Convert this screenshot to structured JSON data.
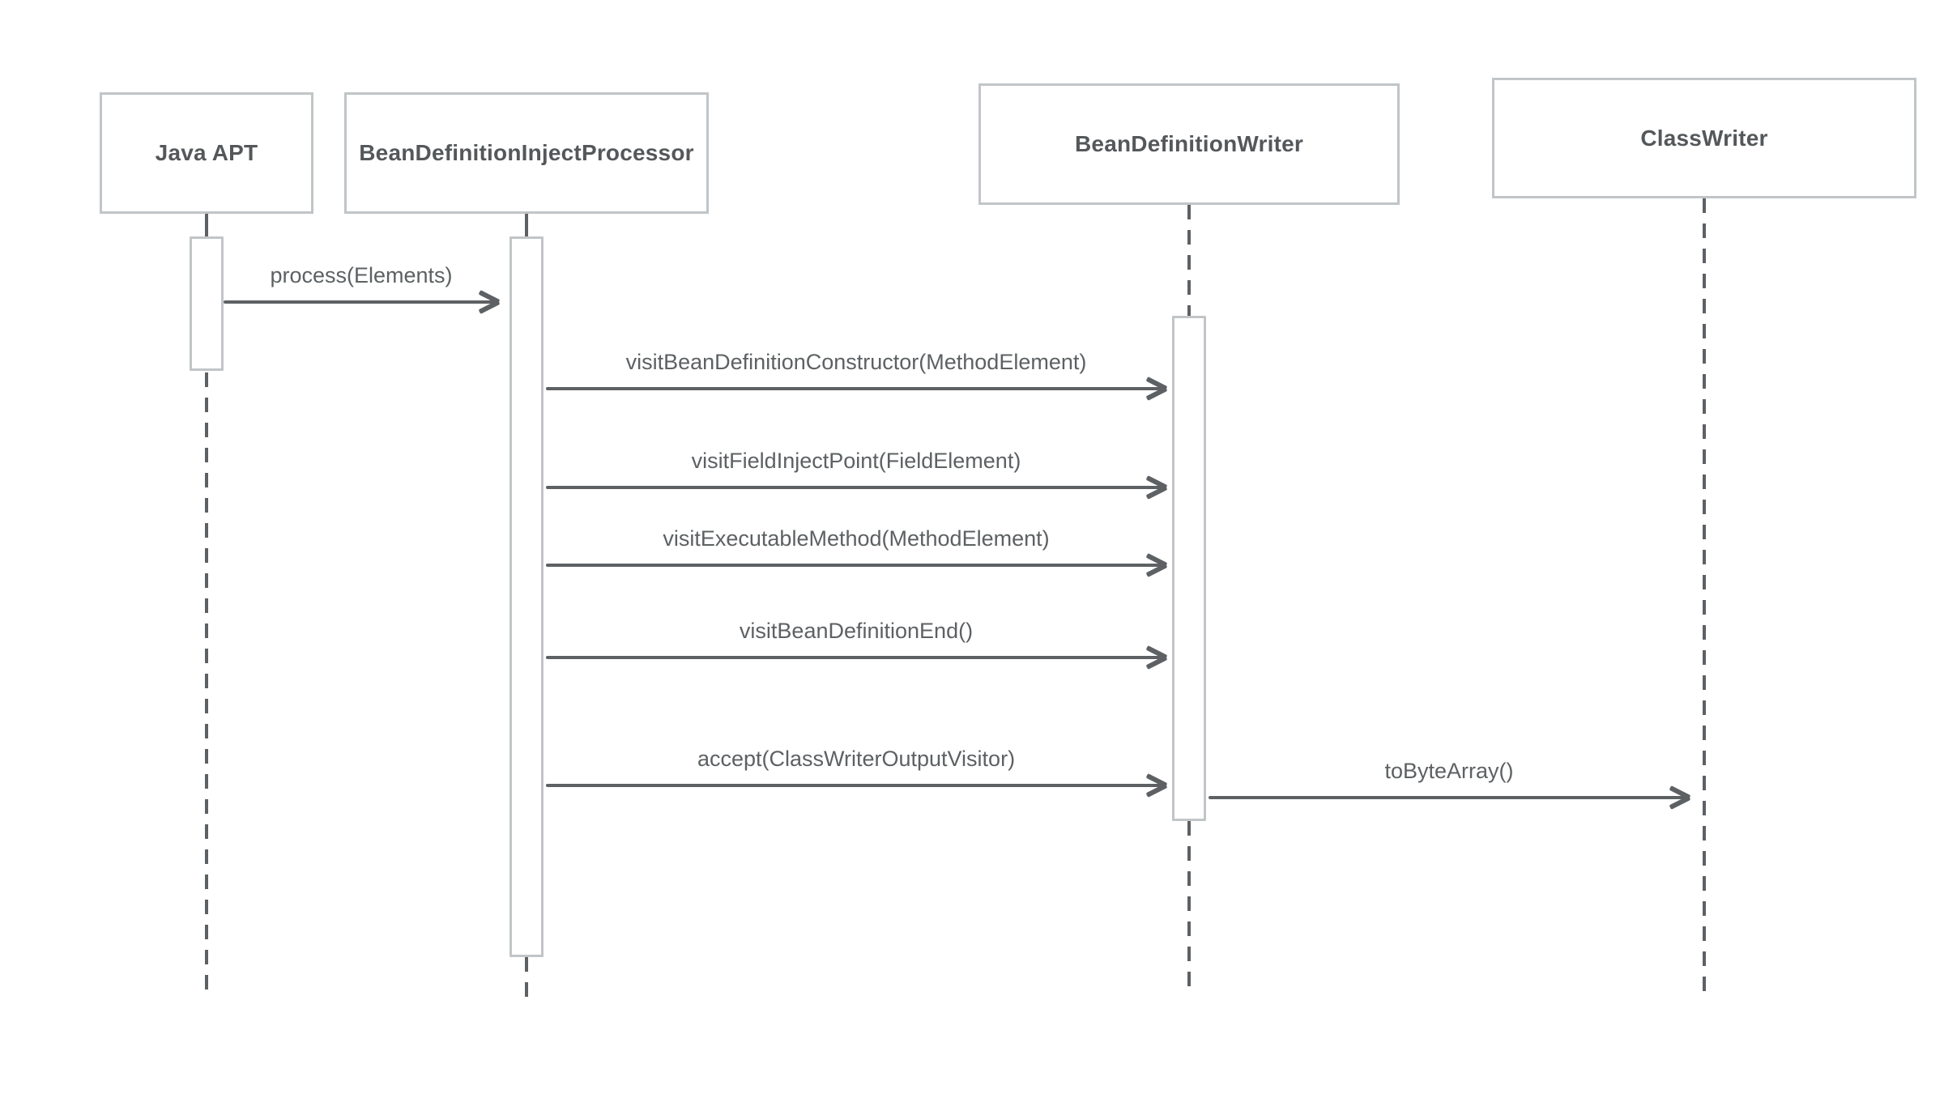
{
  "diagram": {
    "type": "uml-sequence-diagram",
    "background_color": "#ffffff",
    "colors": {
      "box_border": "#c1c5c7",
      "header_text": "#54585a",
      "line_and_message_text": "#5d6163"
    },
    "participants": [
      {
        "name": "Java APT"
      },
      {
        "name": "BeanDefinitionInjectProcessor"
      },
      {
        "name": "BeanDefinitionWriter"
      },
      {
        "name": "ClassWriter"
      }
    ],
    "messages": [
      {
        "from": "Java APT",
        "to": "BeanDefinitionInjectProcessor",
        "label": "process(Elements)"
      },
      {
        "from": "BeanDefinitionInjectProcessor",
        "to": "BeanDefinitionWriter",
        "label": "visitBeanDefinitionConstructor(MethodElement)"
      },
      {
        "from": "BeanDefinitionInjectProcessor",
        "to": "BeanDefinitionWriter",
        "label": "visitFieldInjectPoint(FieldElement)"
      },
      {
        "from": "BeanDefinitionInjectProcessor",
        "to": "BeanDefinitionWriter",
        "label": "visitExecutableMethod(MethodElement)"
      },
      {
        "from": "BeanDefinitionInjectProcessor",
        "to": "BeanDefinitionWriter",
        "label": "visitBeanDefinitionEnd()"
      },
      {
        "from": "BeanDefinitionInjectProcessor",
        "to": "BeanDefinitionWriter",
        "label": "accept(ClassWriterOutputVisitor)"
      },
      {
        "from": "BeanDefinitionWriter",
        "to": "ClassWriter",
        "label": "toByteArray()"
      }
    ]
  }
}
